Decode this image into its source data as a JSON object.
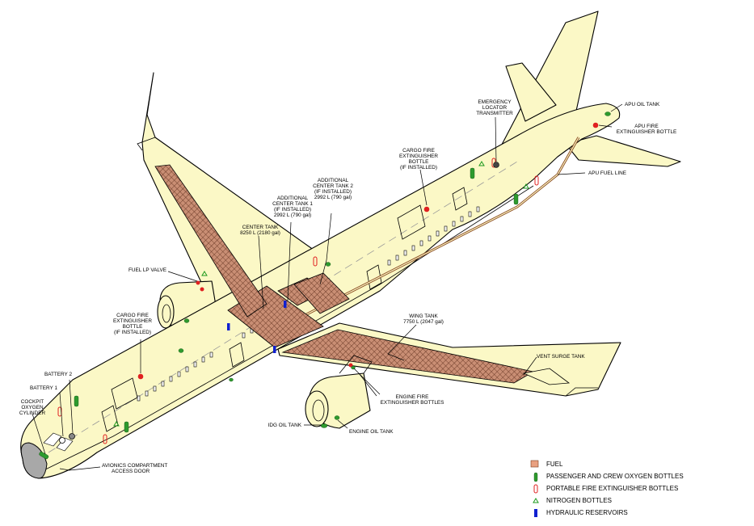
{
  "colors": {
    "skin": "#fbf8c6",
    "fuel": "#c98e74",
    "oxygen": "#2e9a2e",
    "extinguisher": "#e02020",
    "nitrogen": "#1e9a1e",
    "hydraulic": "#1020d0",
    "nose": "#a8a8a8"
  },
  "labels": {
    "apu_oil_tank": "APU OIL TANK",
    "apu_fire_bottle": [
      "APU FIRE",
      "EXTINGUISHER BOTTLE"
    ],
    "apu_fuel_line": "APU FUEL LINE",
    "elt": [
      "EMERGENCY",
      "LOCATOR",
      "TRANSMITTER"
    ],
    "cargo_fire_aft": [
      "CARGO FIRE",
      "EXTINGUISHER",
      "BOTTLE",
      "(IF INSTALLED)"
    ],
    "act2": [
      "ADDITIONAL",
      "CENTER TANK 2",
      "(IF INSTALLED)",
      "2992 L (790 gal)"
    ],
    "act1": [
      "ADDITIONAL",
      "CENTER TANK 1",
      "(IF INSTALLED)",
      "2992 L (790 gal)"
    ],
    "center_tank": [
      "CENTER TANK",
      "8250 L (2180 gal)"
    ],
    "fuel_lp_valve": "FUEL LP VALVE",
    "cargo_fire_fwd": [
      "CARGO FIRE",
      "EXTINGUISHER",
      "BOTTLE",
      "(IF INSTALLED)"
    ],
    "wing_tank": [
      "WING TANK",
      "7750 L (2047 gal)"
    ],
    "vent_surge_tank": "VENT SURGE TANK",
    "engine_fire_bottles": [
      "ENGINE FIRE",
      "EXTINGUISHER BOTTLES"
    ],
    "battery_2": "BATTERY 2",
    "battery_1": "BATTERY 1",
    "cockpit_oxygen": [
      "COCKPIT",
      "OXYGEN",
      "CYLINDER"
    ],
    "idg_oil_tank": "IDG OIL TANK",
    "engine_oil_tank": "ENGINE OIL TANK",
    "avionics_door": [
      "AVIONICS COMPARTMENT",
      "ACCESS DOOR"
    ]
  },
  "legend": [
    {
      "icon": "fuel-swatch",
      "label": "FUEL"
    },
    {
      "icon": "oxygen-bottle",
      "label": "PASSENGER AND CREW OXYGEN BOTTLES"
    },
    {
      "icon": "extinguisher-bottle",
      "label": "PORTABLE FIRE EXTINGUISHER BOTTLES"
    },
    {
      "icon": "nitrogen-triangle",
      "label": "NITROGEN BOTTLES"
    },
    {
      "icon": "hydraulic-bar",
      "label": "HYDRAULIC RESERVOIRS"
    }
  ]
}
